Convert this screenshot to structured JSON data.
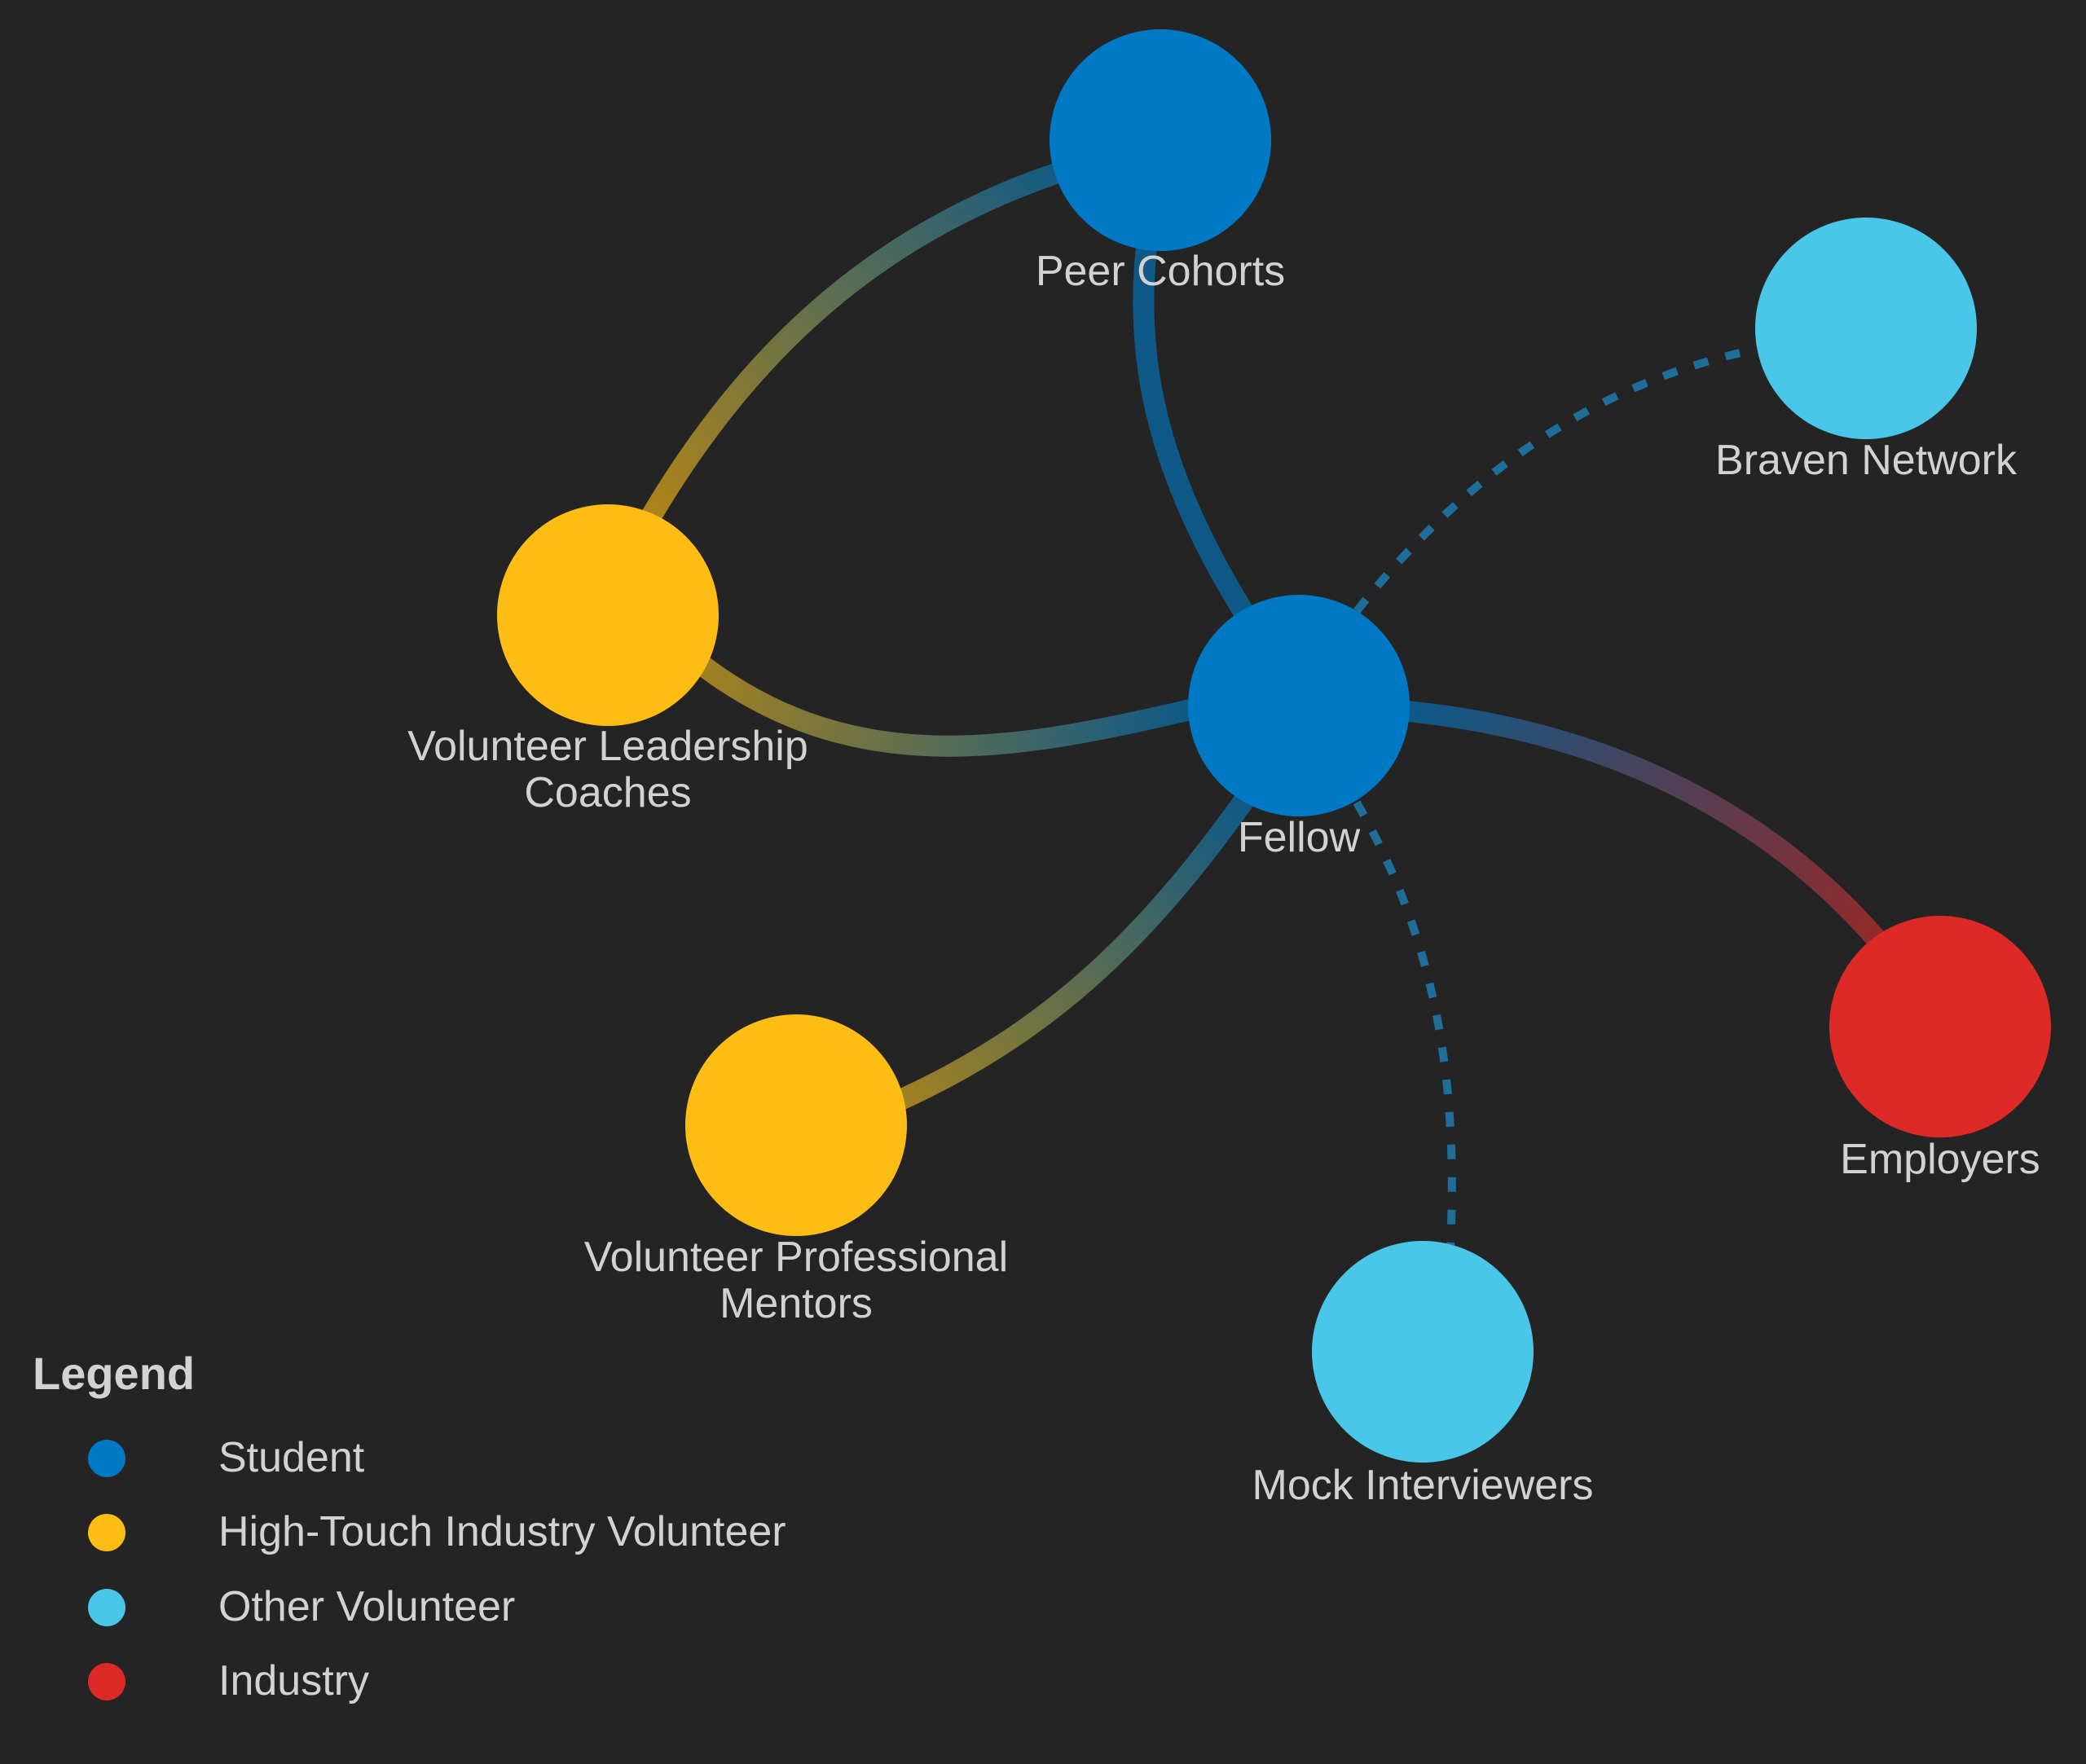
{
  "legend": {
    "title": "Legend",
    "items": [
      {
        "label": "Student",
        "color": "#0079c4"
      },
      {
        "label": "High-Touch Industry Volunteer",
        "color": "#fdbd14"
      },
      {
        "label": "Other Volunteer",
        "color": "#4ac6e8"
      },
      {
        "label": "Industry",
        "color": "#de2a27"
      }
    ]
  },
  "nodes": [
    {
      "id": "peer",
      "lines": [
        "Peer Cohorts"
      ],
      "category": "Student"
    },
    {
      "id": "braven",
      "lines": [
        "Braven Network"
      ],
      "category": "Other Volunteer"
    },
    {
      "id": "coaches",
      "lines": [
        "Volunteer Leadership",
        "Coaches"
      ],
      "category": "High-Touch Industry Volunteer"
    },
    {
      "id": "fellow",
      "lines": [
        "Fellow"
      ],
      "category": "Student"
    },
    {
      "id": "mentors",
      "lines": [
        "Volunteer Professional",
        "Mentors"
      ],
      "category": "High-Touch Industry Volunteer"
    },
    {
      "id": "employers",
      "lines": [
        "Employers"
      ],
      "category": "Industry"
    },
    {
      "id": "mock",
      "lines": [
        "Mock Interviewers"
      ],
      "category": "Other Volunteer"
    }
  ],
  "edges": [
    {
      "from": "fellow",
      "to": "peer",
      "style": "solid"
    },
    {
      "from": "coaches",
      "to": "peer",
      "style": "solid"
    },
    {
      "from": "fellow",
      "to": "coaches",
      "style": "solid"
    },
    {
      "from": "fellow",
      "to": "mentors",
      "style": "solid"
    },
    {
      "from": "fellow",
      "to": "employers",
      "style": "solid"
    },
    {
      "from": "fellow",
      "to": "braven",
      "style": "dashed"
    },
    {
      "from": "fellow",
      "to": "mock",
      "style": "dashed"
    }
  ]
}
